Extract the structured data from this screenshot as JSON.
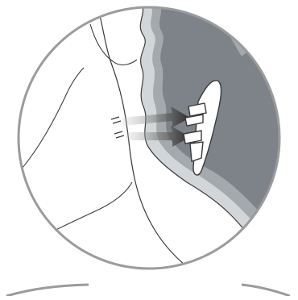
{
  "figure": {
    "title": "",
    "callouts": [],
    "colors": {
      "frame_stroke": "#9b9b9b",
      "fabric_dark": "#7d8388",
      "fabric_mid": "#a4a9ad",
      "fabric_light": "#d3d6d8",
      "outline": "#3a3a3a",
      "arrow_dark": "#2b2b2b",
      "arrow_light": "#c8c8c8",
      "clip_fill": "#ffffff"
    },
    "icons": [
      "magnifier-circle-frame",
      "collar-clip",
      "insert-arrow"
    ],
    "arrow_count": 2
  }
}
